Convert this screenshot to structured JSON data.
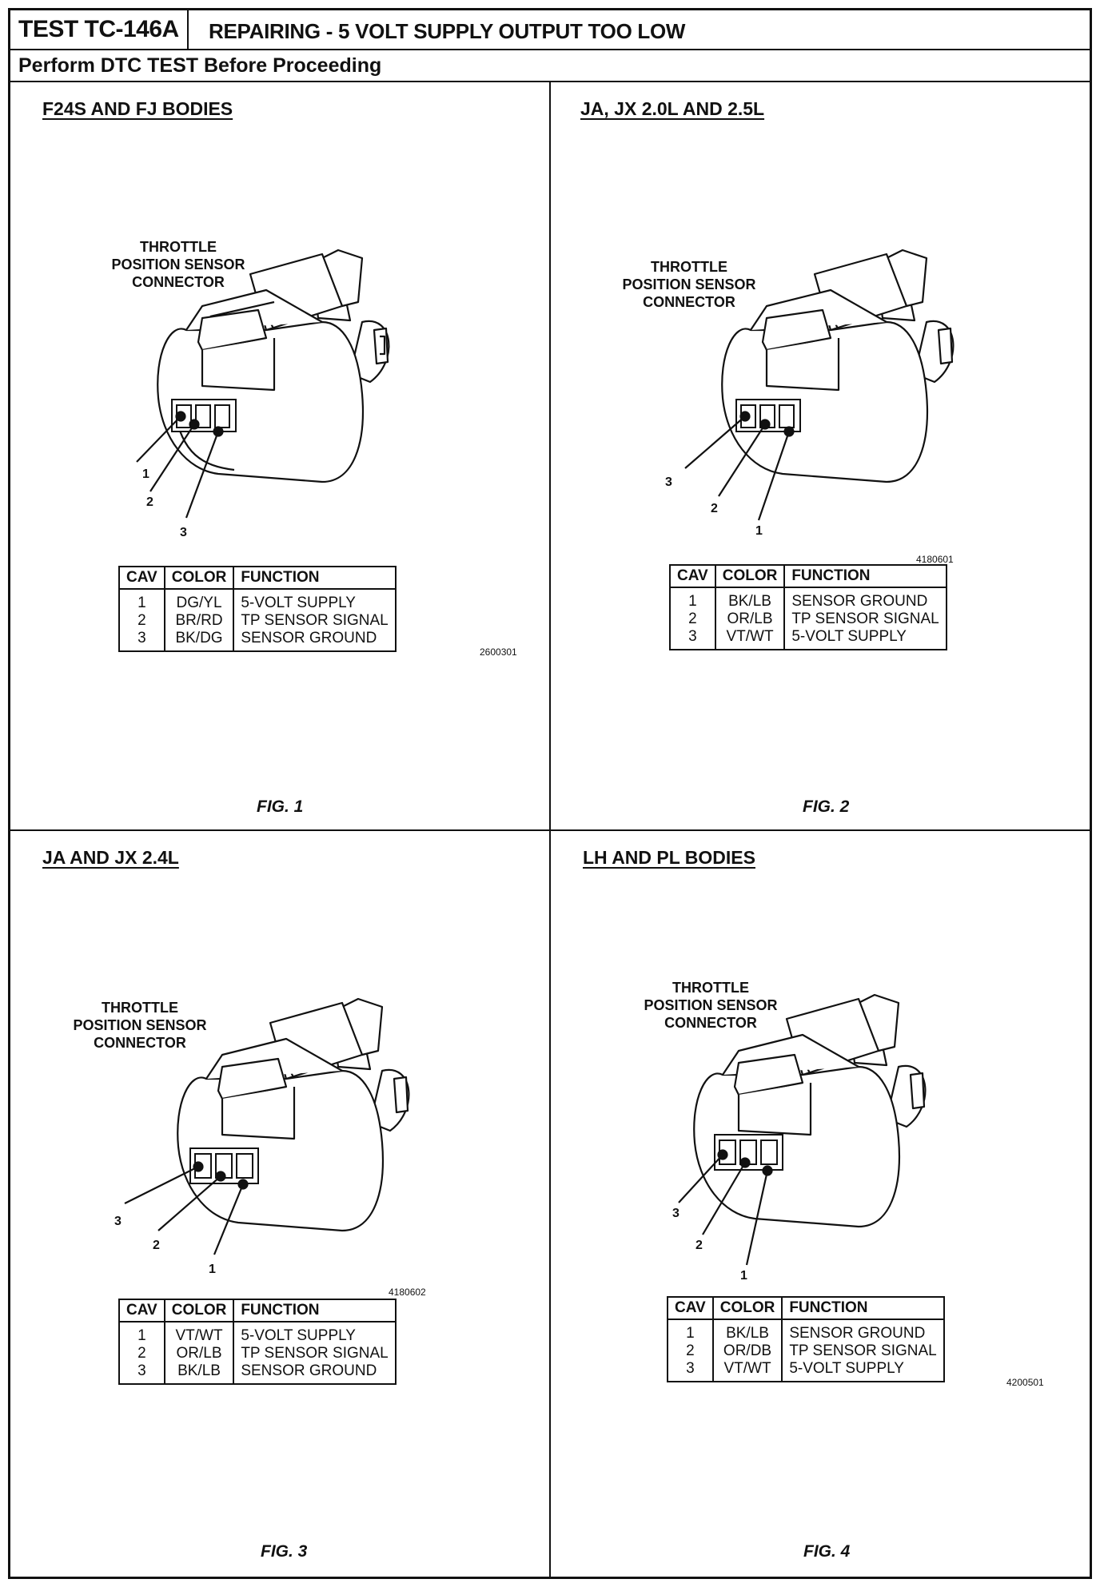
{
  "header": {
    "test_id": "TEST TC-146A",
    "title": "REPAIRING - 5 VOLT SUPPLY OUTPUT TOO LOW",
    "subtitle": "Perform DTC TEST Before Proceeding"
  },
  "table_headers": {
    "cav": "CAV",
    "color": "COLOR",
    "function": "FUNCTION"
  },
  "sensor_label": {
    "line1": "THROTTLE",
    "line2": "POSITION SENSOR",
    "line3": "CONNECTOR"
  },
  "figures": [
    {
      "title": "F24S AND FJ BODIES",
      "caption": "FIG. 1",
      "code": "2600301",
      "pins": [
        "1",
        "2",
        "3"
      ],
      "rows": [
        {
          "cav": "1",
          "color": "DG/YL",
          "function": "5-VOLT SUPPLY"
        },
        {
          "cav": "2",
          "color": "BR/RD",
          "function": "TP SENSOR SIGNAL"
        },
        {
          "cav": "3",
          "color": "BK/DG",
          "function": "SENSOR GROUND"
        }
      ]
    },
    {
      "title": "JA, JX 2.0L AND 2.5L",
      "caption": "FIG. 2",
      "code": "4180601",
      "pins": [
        "3",
        "2",
        "1"
      ],
      "rows": [
        {
          "cav": "1",
          "color": "BK/LB",
          "function": "SENSOR GROUND"
        },
        {
          "cav": "2",
          "color": "OR/LB",
          "function": "TP SENSOR SIGNAL"
        },
        {
          "cav": "3",
          "color": "VT/WT",
          "function": "5-VOLT SUPPLY"
        }
      ]
    },
    {
      "title": "JA AND JX 2.4L",
      "caption": "FIG. 3",
      "code": "4180602",
      "pins": [
        "3",
        "2",
        "1"
      ],
      "rows": [
        {
          "cav": "1",
          "color": "VT/WT",
          "function": "5-VOLT SUPPLY"
        },
        {
          "cav": "2",
          "color": "OR/LB",
          "function": "TP SENSOR SIGNAL"
        },
        {
          "cav": "3",
          "color": "BK/LB",
          "function": "SENSOR GROUND"
        }
      ]
    },
    {
      "title": "LH AND PL BODIES",
      "caption": "FIG. 4",
      "code": "4200501",
      "pins": [
        "3",
        "2",
        "1"
      ],
      "rows": [
        {
          "cav": "1",
          "color": "BK/LB",
          "function": "SENSOR GROUND"
        },
        {
          "cav": "2",
          "color": "OR/DB",
          "function": "TP SENSOR SIGNAL"
        },
        {
          "cav": "3",
          "color": "VT/WT",
          "function": "5-VOLT SUPPLY"
        }
      ]
    }
  ]
}
